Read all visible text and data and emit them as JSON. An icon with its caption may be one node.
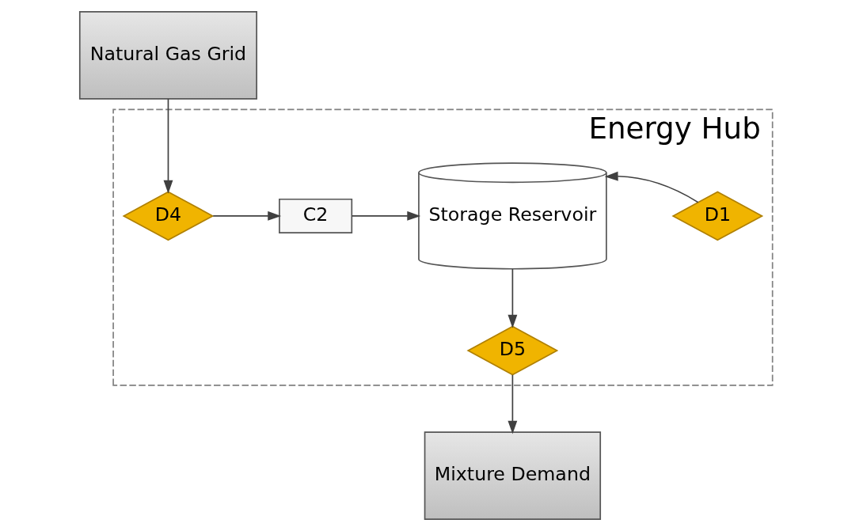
{
  "diagram": {
    "nodes": [
      {
        "text": [
          "Natural Gas Grid"
        ]
      },
      {
        "text": [
          "Energy Hub"
        ]
      },
      {
        "text": [
          "D4"
        ],
        "in": 1
      },
      {
        "text": [
          "C2"
        ],
        "in": 1
      },
      {
        "text": [
          "Storage Reservoir"
        ],
        "in": 1
      },
      {
        "text": [
          "D1"
        ],
        "in": 1
      },
      {
        "text": [
          "D5"
        ],
        "in": 1
      },
      {
        "text": [
          "Mixture Demand"
        ]
      }
    ],
    "edges": [
      {
        "from": 0,
        "to": 2,
        "arrow": "to"
      },
      {
        "from": 2,
        "to": 3,
        "arrow": "to"
      },
      {
        "from": 3,
        "to": 4,
        "arrow": "to"
      },
      {
        "from": 5,
        "to": 4,
        "arrow": "to"
      },
      {
        "from": 4,
        "to": 6,
        "arrow": "to"
      },
      {
        "from": 6,
        "to": 7,
        "arrow": "to"
      }
    ]
  }
}
